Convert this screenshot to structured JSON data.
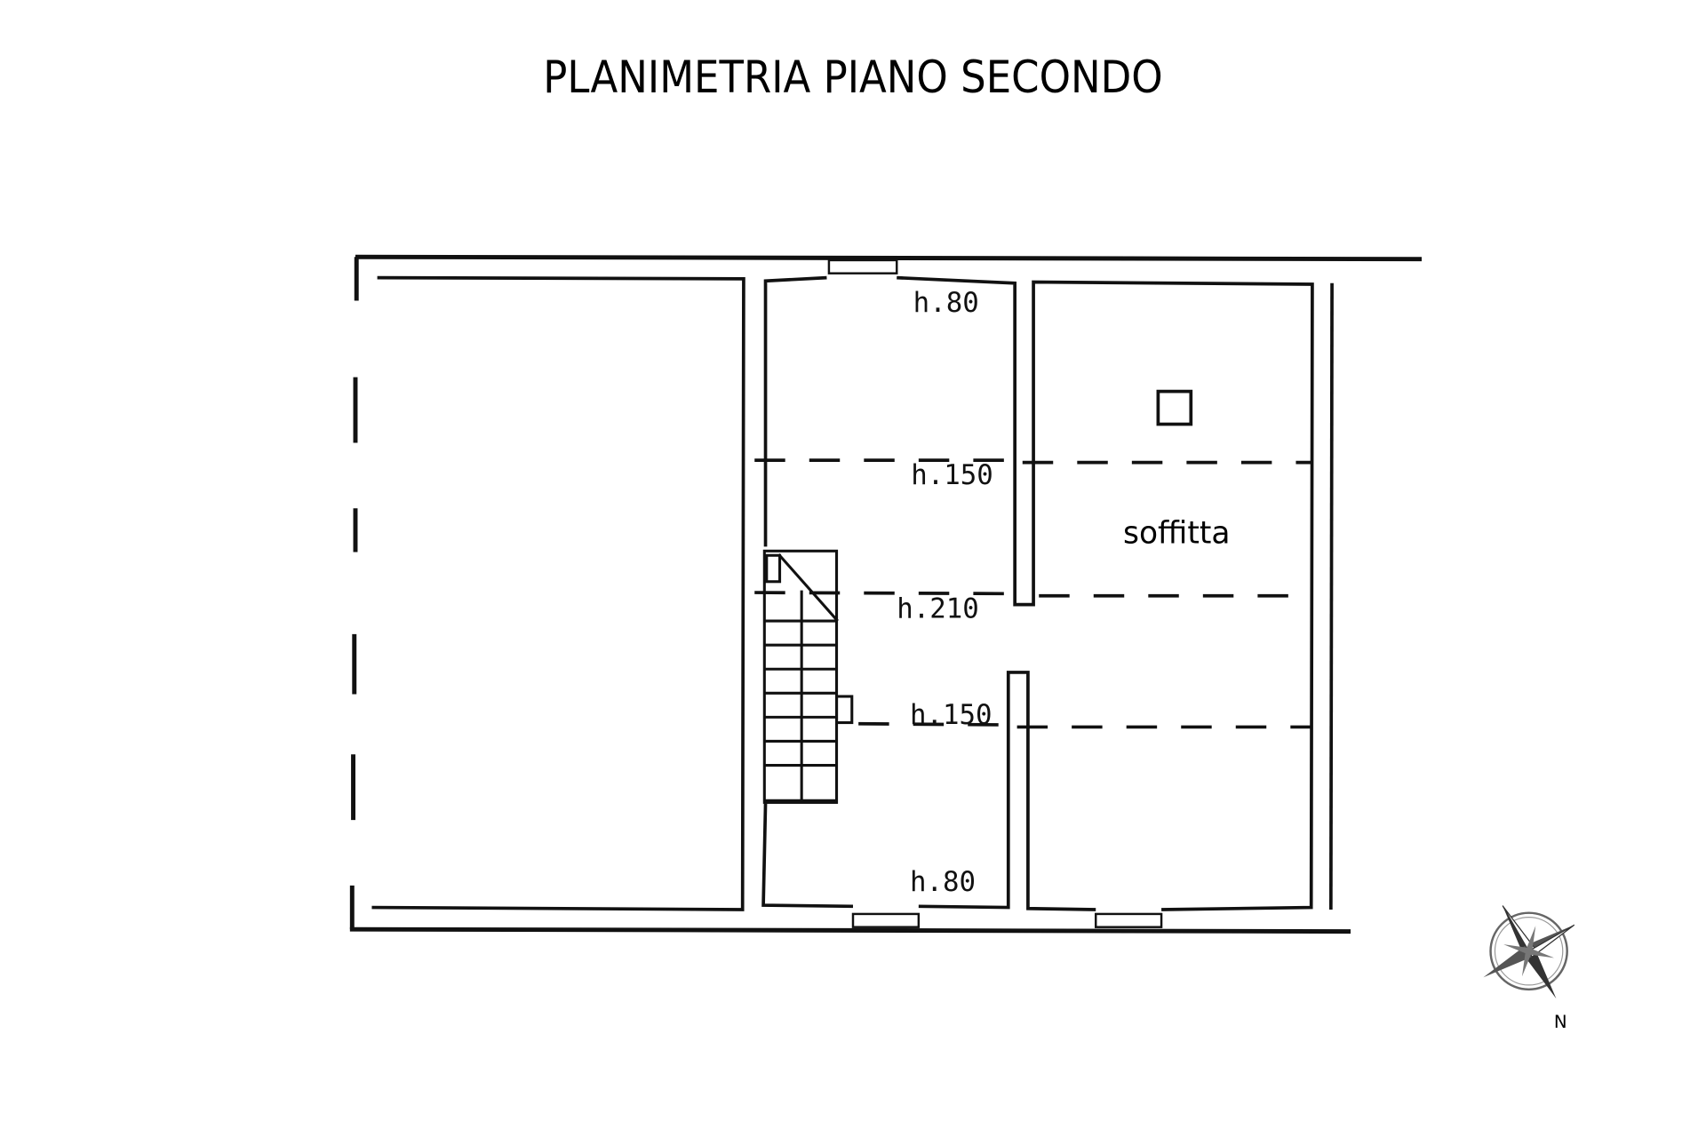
{
  "title": "PLANIMETRIA PIANO SECONDO",
  "rooms": {
    "attic": "soffitta"
  },
  "heights": {
    "top": "h.80",
    "upper_mid": "h.150",
    "center": "h.210",
    "lower_mid": "h.150",
    "bottom": "h.80"
  },
  "compass": {
    "label": "N"
  }
}
